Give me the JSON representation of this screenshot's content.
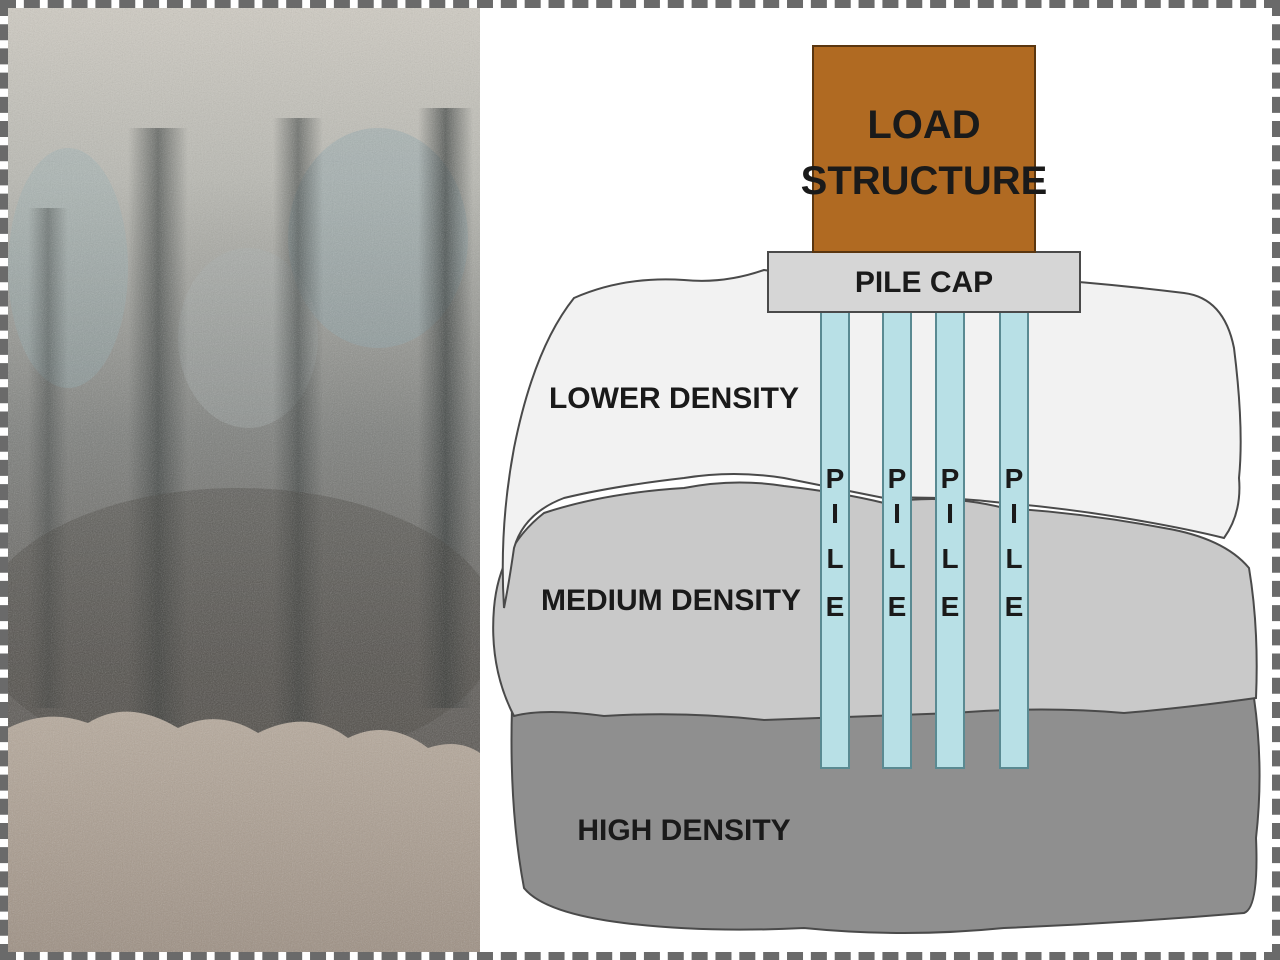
{
  "colors": {
    "load_structure": "#b06a22",
    "pile_cap": "#d6d6d6",
    "pile": "#b8e0e6",
    "lower_density": "#f2f2f2",
    "medium_density": "#c9c9c9",
    "high_density": "#8f8f8f"
  },
  "photo": {
    "subject": "excavated soil bank"
  },
  "diagram": {
    "load_structure": {
      "line1": "LOAD",
      "line2": "STRUCTURE"
    },
    "pile_cap": "PILE CAP",
    "layers": {
      "lower": "LOWER DENSITY",
      "medium": "MEDIUM DENSITY",
      "high": "HIGH DENSITY"
    },
    "piles": [
      {
        "letters": [
          "P",
          "I",
          "L",
          "E"
        ]
      },
      {
        "letters": [
          "P",
          "I",
          "L",
          "E"
        ]
      },
      {
        "letters": [
          "P",
          "I",
          "L",
          "E"
        ]
      },
      {
        "letters": [
          "P",
          "I",
          "L",
          "E"
        ]
      }
    ]
  }
}
